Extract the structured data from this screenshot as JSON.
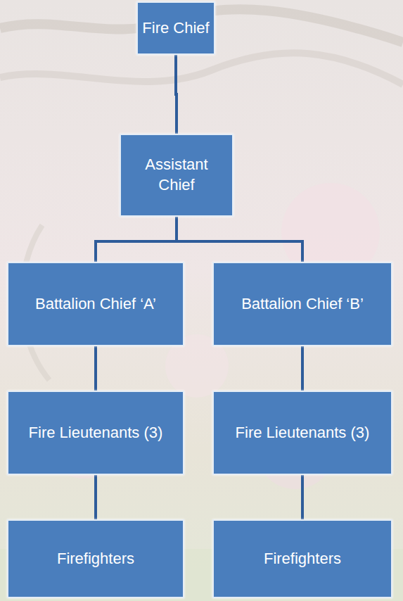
{
  "diagram": {
    "nodes": [
      {
        "text": [
          "Fire Chief"
        ]
      },
      {
        "text": [
          "Assistant Chief"
        ]
      },
      {
        "text": [
          "Battalion Chief ‘A’"
        ]
      },
      {
        "text": [
          "Battalion Chief ‘B’"
        ]
      },
      {
        "text": [
          "Fire Lieutenants (3)"
        ]
      },
      {
        "text": [
          "Fire Lieutenants (3)"
        ]
      },
      {
        "text": [
          "Firefighters"
        ]
      },
      {
        "text": [
          "Firefighters"
        ]
      }
    ],
    "edges": [
      {
        "from": 0,
        "to": 1,
        "arrow": "none"
      },
      {
        "from": 1,
        "to": 2,
        "arrow": "none"
      },
      {
        "from": 1,
        "to": 3,
        "arrow": "none"
      },
      {
        "from": 2,
        "to": 4,
        "arrow": "none"
      },
      {
        "from": 3,
        "to": 5,
        "arrow": "none"
      },
      {
        "from": 4,
        "to": 6,
        "arrow": "none"
      },
      {
        "from": 5,
        "to": 7,
        "arrow": "none"
      }
    ]
  }
}
